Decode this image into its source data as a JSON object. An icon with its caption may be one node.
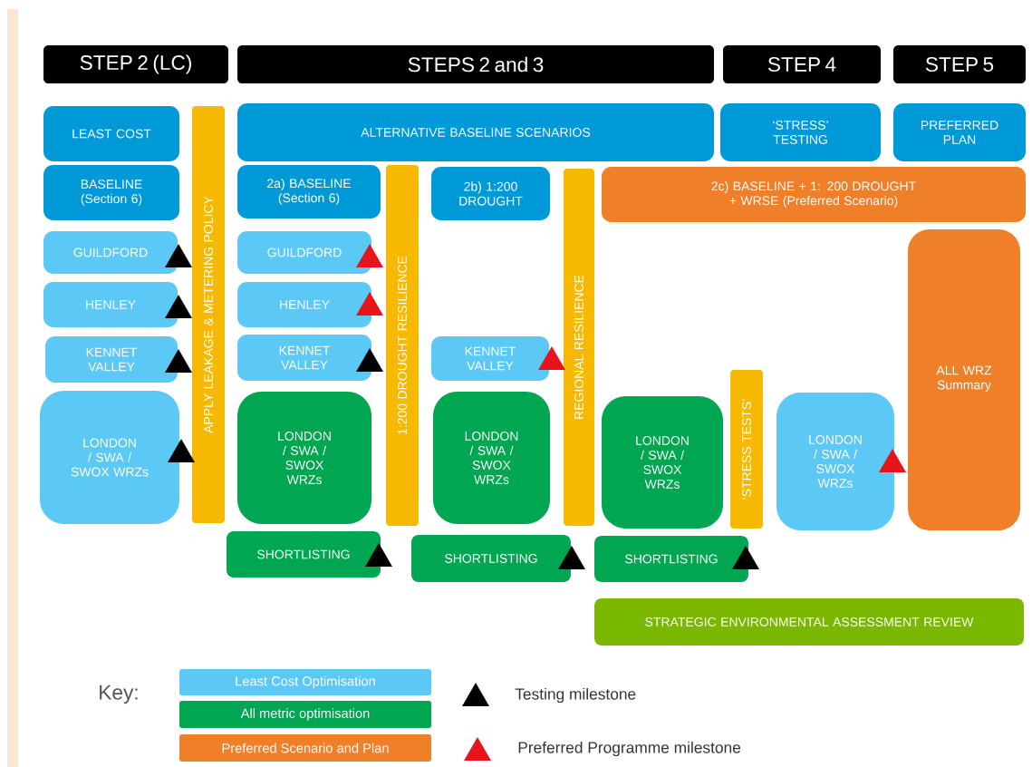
{
  "diagram": {
    "nodes": [
      {
        "text": [
          "STEP 2 (LC)"
        ]
      },
      {
        "text": [
          "STEPS 2 and 3"
        ]
      },
      {
        "text": [
          "STEP 4"
        ]
      },
      {
        "text": [
          "STEP 5"
        ]
      },
      {
        "text": [
          "LEAST COST"
        ]
      },
      {
        "text": [
          "APPLY LEAKAGE & METERING POLICY"
        ]
      },
      {
        "text": [
          "ALTERNATIVE BASELINE SCENARIOS"
        ]
      },
      {
        "text": [
          "‘STRESS’ TESTING"
        ]
      },
      {
        "text": [
          "PREFERRED PLAN"
        ]
      },
      {
        "text": [
          "BASELINE (Section 6)"
        ]
      },
      {
        "text": [
          "2a) BASELINE (Section 6)"
        ]
      },
      {
        "text": [
          "1:200 DROUGHT RESILIENCE"
        ]
      },
      {
        "text": [
          "2b) 1:200 DROUGHT"
        ]
      },
      {
        "text": [
          "REGIONAL RESILIENCE"
        ]
      },
      {
        "text": [
          "2c) BASELINE + 1: 200 DROUGHT + WRSE (Preferred Scenario)"
        ]
      },
      {
        "text": [
          "GUILDFORD"
        ]
      },
      {
        "text": [
          "GUILDFORD"
        ]
      },
      {
        "text": [
          "ALL WRZ Summary"
        ]
      },
      {
        "text": [
          "HENLEY"
        ]
      },
      {
        "text": [
          "HENLEY"
        ]
      },
      {
        "text": [
          "KENNET VALLEY"
        ]
      },
      {
        "text": [
          "KENNET VALLEY"
        ]
      },
      {
        "text": [
          "KENNET VALLEY"
        ]
      },
      {
        "text": [
          "‘STRESS TESTS’"
        ]
      },
      {
        "text": [
          "LONDON / SWA / SWOX WRZs"
        ]
      },
      {
        "text": [
          "LONDON / SWA / SWOX WRZs"
        ]
      },
      {
        "text": [
          "LONDON / SWA / SWOX WRZs"
        ]
      },
      {
        "text": [
          "LONDON / SWA / SWOX WRZs"
        ]
      },
      {
        "text": [
          "LONDON / SWA / SWOX WRZs"
        ]
      },
      {
        "text": [
          "SHORTLISTING"
        ]
      },
      {
        "text": [
          "SHORTLISTING"
        ]
      },
      {
        "text": [
          "SHORTLISTING"
        ]
      },
      {
        "text": [
          "STRATEGIC ENVIRONMENTAL ASSESSMENT REVIEW"
        ]
      }
    ],
    "labels": [
      "Key:"
    ],
    "legend": [
      {
        "text": "Least Cost Optimisation",
        "color": "#5bc8f5"
      },
      {
        "text": "All metric optimisation",
        "color": "#00a651"
      },
      {
        "text": "Preferred Scenario and Plan",
        "color": "#f07f2a"
      },
      {
        "text": "Testing milestone"
      },
      {
        "text": "Preferred Programme milestone"
      }
    ]
  }
}
